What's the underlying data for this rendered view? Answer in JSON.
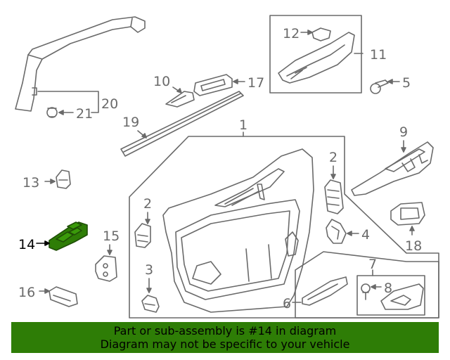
{
  "callouts": {
    "c1": "1",
    "c2a": "2",
    "c2b": "2",
    "c3": "3",
    "c4": "4",
    "c5": "5",
    "c6": "6",
    "c7": "7",
    "c8": "8",
    "c9": "9",
    "c10": "10",
    "c11": "11",
    "c12": "12",
    "c13": "13",
    "c14": "14",
    "c15": "15",
    "c16": "16",
    "c17": "17",
    "c18": "18",
    "c19": "19",
    "c20": "20",
    "c21": "21"
  },
  "highlighted_part": "14",
  "colors": {
    "highlight": "#2e7d06",
    "banner": "#2e7d06",
    "line": "#6a6a6a"
  },
  "banner": {
    "line1": "Part or sub-assembly is #14 in diagram",
    "line2": "Diagram may not be specific to your vehicle"
  }
}
